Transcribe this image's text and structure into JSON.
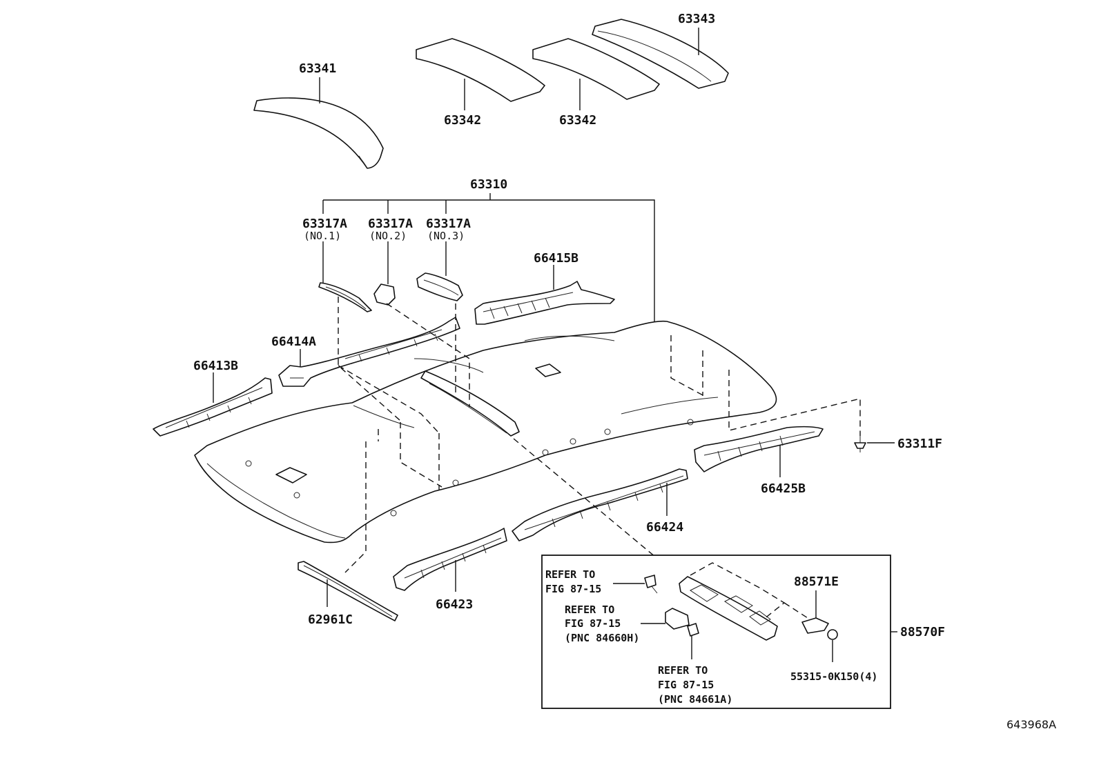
{
  "labels": {
    "p63341": "63341",
    "p63342a": "63342",
    "p63342b": "63342",
    "p63343": "63343",
    "p63310": "63310",
    "p63317a_1": "63317A",
    "p63317a_1_sub": "(NO.1)",
    "p63317a_2": "63317A",
    "p63317a_2_sub": "(NO.2)",
    "p63317a_3": "63317A",
    "p63317a_3_sub": "(NO.3)",
    "p66415b": "66415B",
    "p66414a": "66414A",
    "p66413b": "66413B",
    "p63311f": "63311F",
    "p66425b": "66425B",
    "p66424": "66424",
    "p66423": "66423",
    "p62961c": "62961C",
    "p88571e": "88571E",
    "p88570f": "88570F",
    "p55315": "55315-0K150(4)"
  },
  "refs": {
    "r1_l1": "REFER TO",
    "r1_l2": "FIG 87-15",
    "r2_l1": "REFER TO",
    "r2_l2": "FIG 87-15",
    "r2_l3": "(PNC 84660H)",
    "r3_l1": "REFER TO",
    "r3_l2": "FIG 87-15",
    "r3_l3": "(PNC 84661A)"
  },
  "figure_id": "643968A"
}
